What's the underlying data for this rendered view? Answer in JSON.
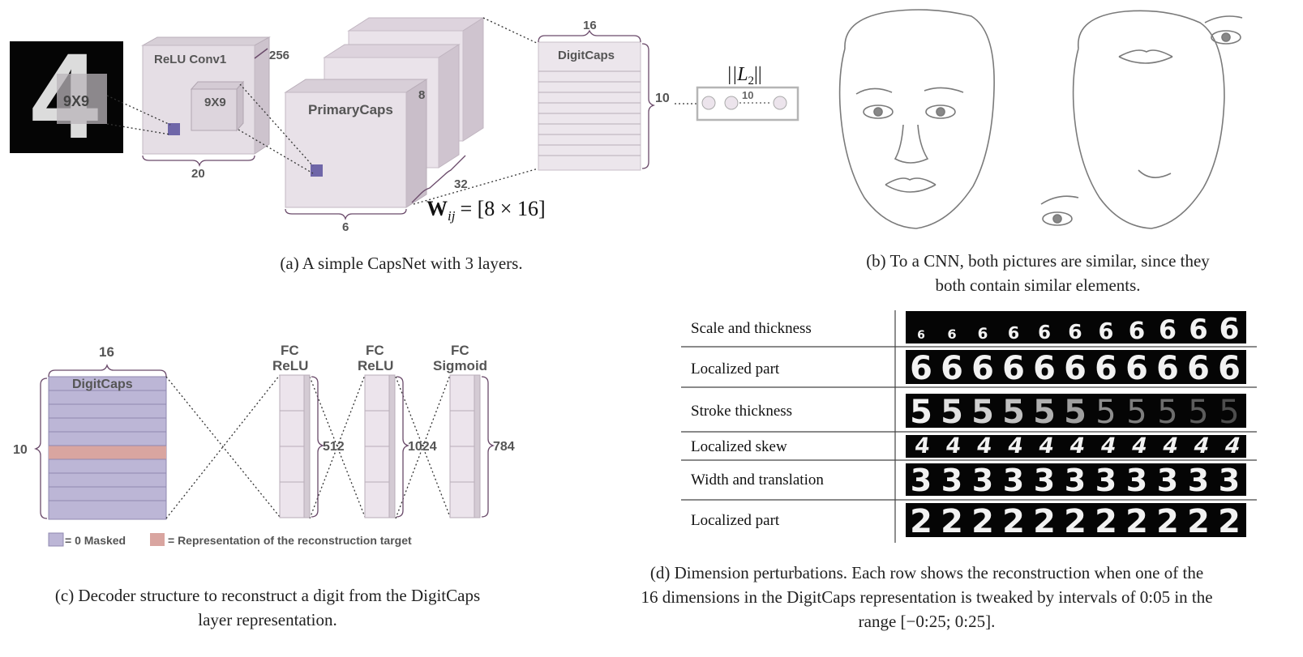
{
  "panel_a": {
    "input_kernel": "9X9",
    "conv_label": "ReLU Conv1",
    "conv_kernel": "9X9",
    "conv_depth": "256",
    "conv_width": "20",
    "primary_label": "PrimaryCaps",
    "primary_dim": "8",
    "primary_count": "32",
    "primary_width": "6",
    "digitcaps_label": "DigitCaps",
    "digitcaps_top": "16",
    "digitcaps_side": "10",
    "norm_label": "||L",
    "norm_sub": "2",
    "norm_end": "||",
    "norm_count": "10",
    "weight_w": "W",
    "weight_sub": "ij",
    "weight_eq": "= [8 × 16]",
    "caption": "(a) A simple CapsNet with 3 layers."
  },
  "panel_b": {
    "caption_line1": "(b) To a CNN, both pictures are similar, since they",
    "caption_line2": "both contain similar elements."
  },
  "panel_c": {
    "digitcaps_label": "DigitCaps",
    "digitcaps_top": "16",
    "digitcaps_side": "10",
    "fc1_title": "FC",
    "fc1_act": "ReLU",
    "fc1_size": "512",
    "fc2_title": "FC",
    "fc2_act": "ReLU",
    "fc2_size": "1024",
    "fc3_title": "FC",
    "fc3_act": "Sigmoid",
    "fc3_size": "784",
    "legend_masked": "= 0 Masked",
    "legend_target": "= Representation of the reconstruction target",
    "caption_line1": "(c) Decoder structure to reconstruct a digit from the DigitCaps",
    "caption_line2": "layer representation."
  },
  "panel_d": {
    "rows": [
      {
        "label": "Scale and thickness",
        "digit": "6"
      },
      {
        "label": "Localized part",
        "digit": "6"
      },
      {
        "label": "Stroke thickness",
        "digit": "5"
      },
      {
        "label": "Localized skew",
        "digit": "4"
      },
      {
        "label": "Width and translation",
        "digit": "3"
      },
      {
        "label": "Localized part",
        "digit": "2"
      }
    ],
    "caption_line1": "(d)  Dimension perturbations. Each row shows the reconstruction when one of the",
    "caption_line2": "16 dimensions in the DigitCaps representation is tweaked by intervals of 0:05 in the",
    "caption_line3": "range [−0:25; 0:25]."
  },
  "colors": {
    "box_fill": "#e6dfe6",
    "box_dark": "#cdc3cd",
    "box_edge": "#8a7a8a",
    "accent_square": "#6f66a8",
    "target_row": "#d9a5a0",
    "masked_fill": "#bcb6d6"
  }
}
